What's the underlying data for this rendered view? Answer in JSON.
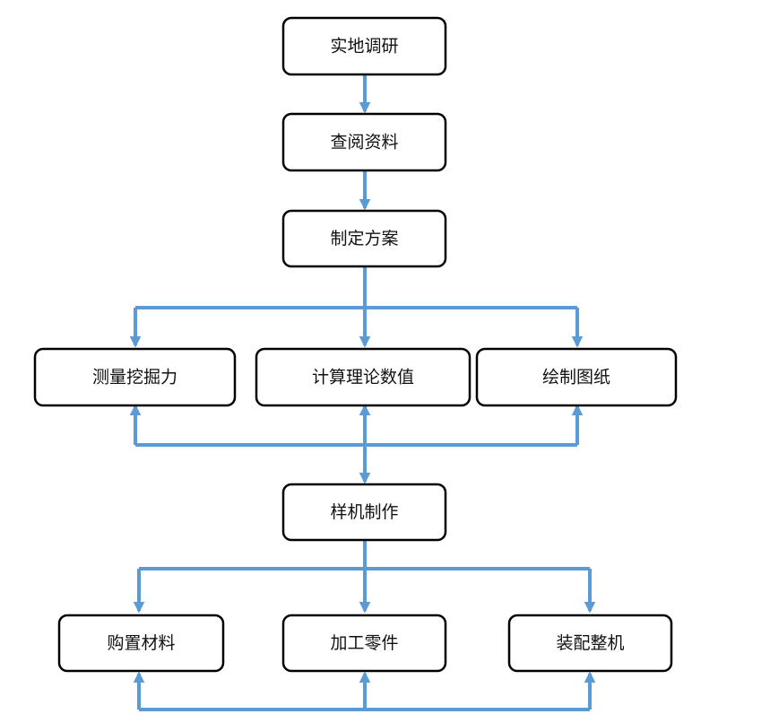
{
  "diagram": {
    "nodes": {
      "survey": "实地调研",
      "research": "查阅资料",
      "plan": "制定方案",
      "measure": "测量挖掘力",
      "calculate": "计算理论数值",
      "drawing": "绘制图纸",
      "prototype": "样机制作",
      "purchase": "购置材料",
      "machining": "加工零件",
      "assembly": "装配整机"
    },
    "colors": {
      "connector": "#5b9bd5",
      "node_border": "#000000",
      "node_fill": "#ffffff",
      "text": "#111111"
    }
  }
}
